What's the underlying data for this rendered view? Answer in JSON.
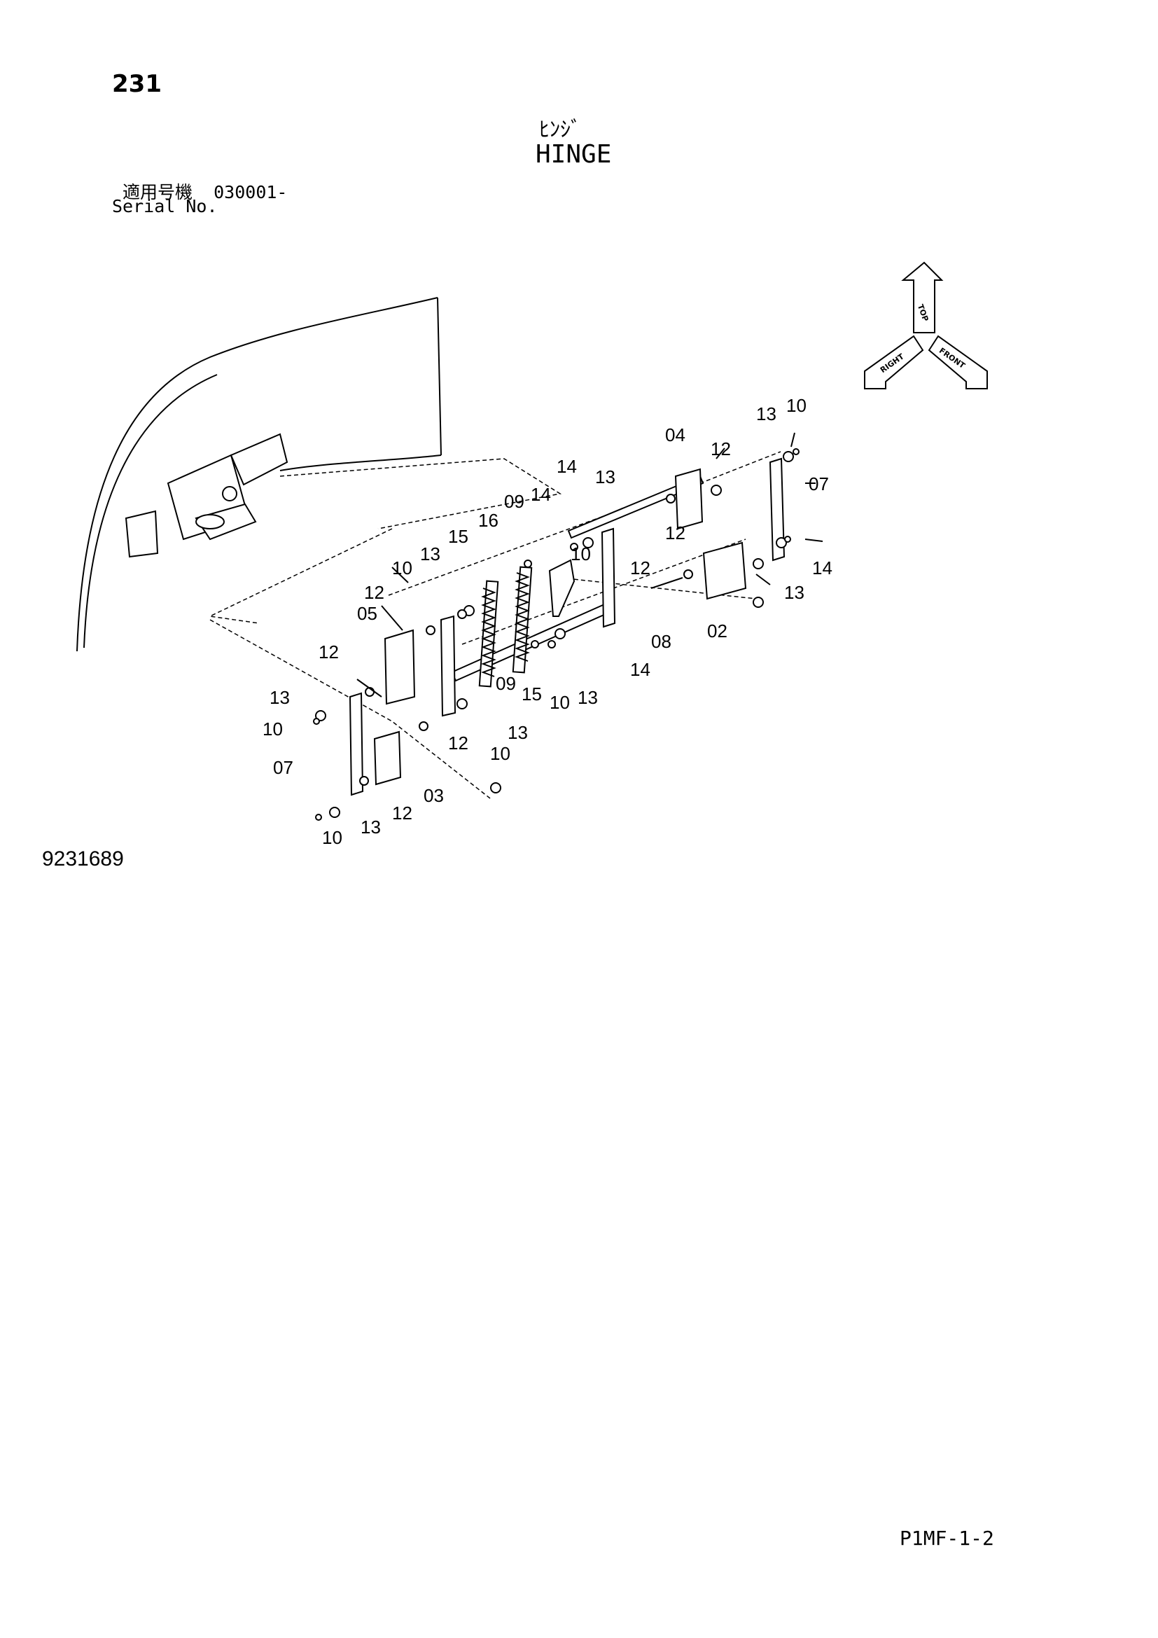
{
  "page_number": "231",
  "title_jp": "ﾋﾝｼﾞ",
  "title_en": "HINGE",
  "serial_label_jp": "適用号機",
  "serial_value": "030001-",
  "serial_label_en": "Serial No.",
  "drawing_number": "9231689",
  "sheet_code": "P1MF-1-2",
  "orientation_labels": {
    "top": "TOP",
    "right": "RIGHT",
    "front": "FRONT"
  },
  "callouts": [
    "02",
    "03",
    "04",
    "05",
    "07",
    "07",
    "08",
    "09",
    "09",
    "10",
    "10",
    "10",
    "10",
    "10",
    "10",
    "10",
    "12",
    "12",
    "12",
    "12",
    "12",
    "12",
    "12",
    "13",
    "13",
    "13",
    "13",
    "13",
    "13",
    "13",
    "13",
    "14",
    "14",
    "14",
    "14",
    "15",
    "15",
    "16"
  ]
}
